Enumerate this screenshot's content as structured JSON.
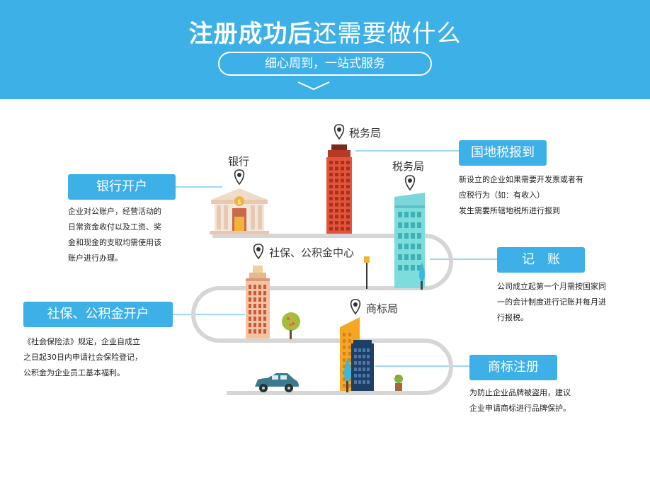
{
  "header": {
    "title_bold": "注册成功后",
    "title_light": "还需要做什么",
    "subtitle": "细心周到，一站式服务"
  },
  "places": {
    "bank": "银行",
    "tax_bureau_1": "税务局",
    "tax_bureau_2": "税务局",
    "social_center": "社保、公积金中心",
    "trademark_office": "商标局"
  },
  "steps": {
    "bank_account": {
      "label": "银行开户",
      "lines": [
        "企业对公账户，经营活动的",
        "日常资金收付以及工资、奖",
        "金和现金的支取均需使用该",
        "账户进行办理。"
      ]
    },
    "tax_report": {
      "label": "国地税报到",
      "lines": [
        "新设立的企业如果需要开发票或者有",
        "应税行为（如：有收入）",
        "发生需要所辖地税所进行报到"
      ]
    },
    "accounting": {
      "label": "记　账",
      "lines": [
        "公司成立起第一个月需按国家同",
        "一的会计制度进行记账并每月进",
        "行报税。"
      ]
    },
    "social_fund": {
      "label": "社保、公积金开户",
      "lines": [
        "《社会保险法》规定，企业自成立",
        "之日起30日内申请社会保险登记，",
        "公积金为企业员工基本福利。"
      ]
    },
    "trademark": {
      "label": "商标注册",
      "lines": [
        "为防止企业品牌被盗用，建议",
        "企业申请商标进行品牌保护。"
      ]
    }
  },
  "colors": {
    "header_bg": "#3db0e8",
    "pill_bg": "#3db0e8",
    "road": "#d6d6d6",
    "connector": "#3db0e8"
  }
}
